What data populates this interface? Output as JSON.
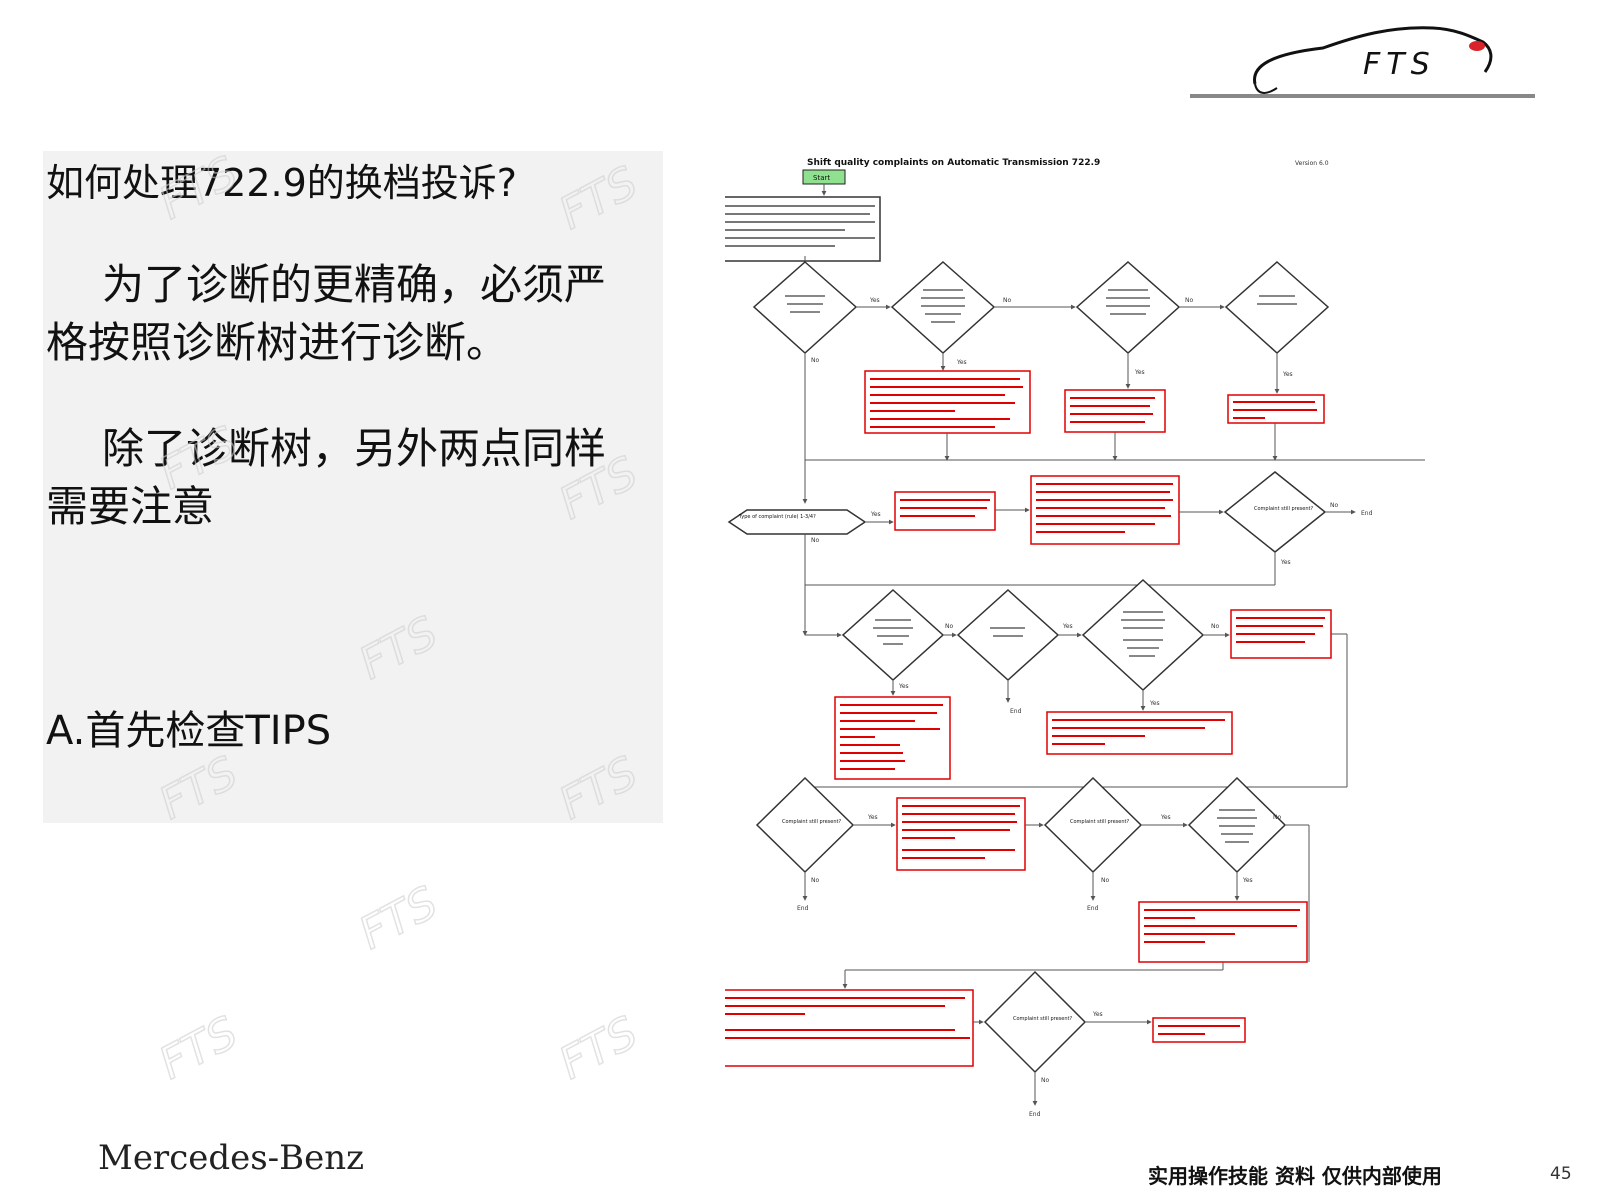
{
  "header": {
    "logo_text": "FTS"
  },
  "slide": {
    "title": "如何处理722.9的换档投诉?",
    "paragraph1": "为了诊断的更精确，必须严格按照诊断树进行诊断。",
    "paragraph2": "除了诊断树，另外两点同样需要注意",
    "item_a": "A.首先检查TIPS"
  },
  "flowchart": {
    "title": "Shift quality complaints on Automatic Transmission 722.9",
    "version": "Version 6.0",
    "start": "Start",
    "yes": "Yes",
    "no": "No",
    "end": "End",
    "type_of_complaint": "Type of complaint (rule) 1-3/4?",
    "complaint_present": "Complaint still present?"
  },
  "footer": {
    "brand": "Mercedes-Benz",
    "note": "实用操作技能 资料 仅供内部使用",
    "page_number": "45"
  },
  "colors": {
    "flow_red": "#e00000",
    "flow_green": "#8fe08f",
    "panel_gray": "#f2f2f2"
  }
}
